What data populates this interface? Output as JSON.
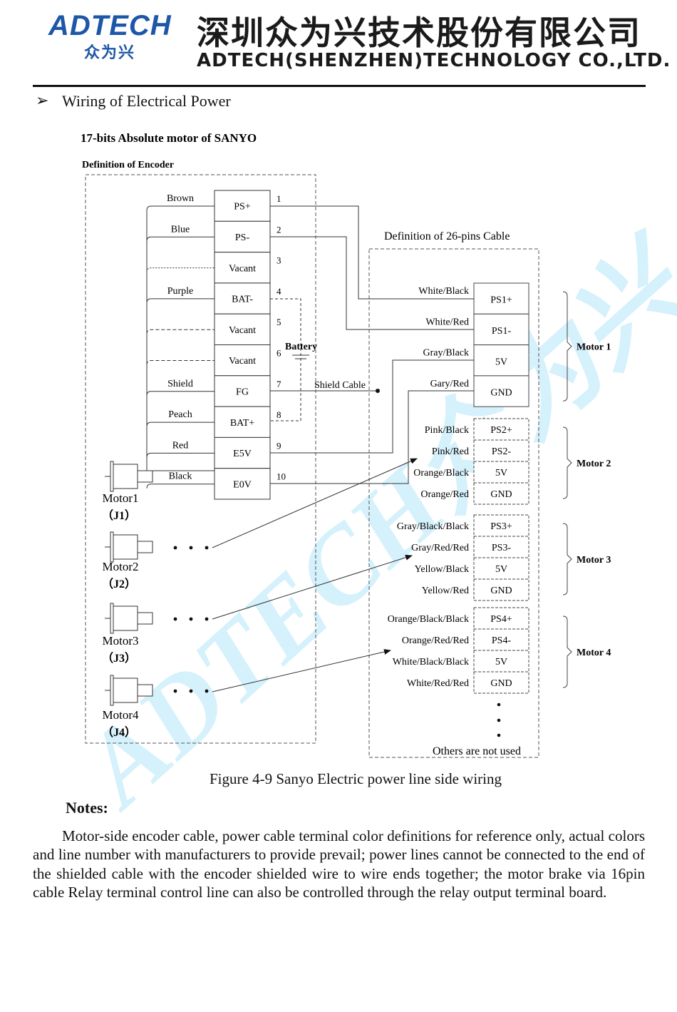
{
  "header": {
    "logo_text": "ADTECH",
    "logo_cn": "众为兴",
    "company_cn": "深圳众为兴技术股份有限公司",
    "company_en": "ADTECH(SHENZHEN)TECHNOLOGY CO.,LTD."
  },
  "section": {
    "bullet": "➢",
    "title": "Wiring of Electrical Power"
  },
  "diagram": {
    "title": "17-bits Absolute motor of SANYO",
    "encoder_heading": "Definition of Encoder",
    "cable_heading": "Definition of 26-pins Cable",
    "encoder_pins": [
      {
        "wire": "Brown",
        "signal": "PS+",
        "pin": "1"
      },
      {
        "wire": "Blue",
        "signal": "PS-",
        "pin": "2"
      },
      {
        "wire": "",
        "signal": "Vacant",
        "pin": "3"
      },
      {
        "wire": "Purple",
        "signal": "BAT-",
        "pin": "4"
      },
      {
        "wire": "",
        "signal": "Vacant",
        "pin": "5"
      },
      {
        "wire": "",
        "signal": "Vacant",
        "pin": "6"
      },
      {
        "wire": "Shield",
        "signal": "FG",
        "pin": "7"
      },
      {
        "wire": "Peach",
        "signal": "BAT+",
        "pin": "8"
      },
      {
        "wire": "Red",
        "signal": "E5V",
        "pin": "9"
      },
      {
        "wire": "Black",
        "signal": "E0V",
        "pin": "10"
      }
    ],
    "battery_label": "Battery",
    "shield_cable_label": "Shield Cable",
    "motors": [
      {
        "name": "Motor1",
        "connector": "（J1）"
      },
      {
        "name": "Motor2",
        "connector": "（J2）"
      },
      {
        "name": "Motor3",
        "connector": "（J3）"
      },
      {
        "name": "Motor4",
        "connector": "（J4）"
      }
    ],
    "cable_groups": [
      {
        "label": "Motor 1",
        "rows": [
          {
            "wire": "White/Black",
            "signal": "PS1+"
          },
          {
            "wire": "White/Red",
            "signal": "PS1-"
          },
          {
            "wire": "Gray/Black",
            "signal": "5V"
          },
          {
            "wire": "Gary/Red",
            "signal": "GND"
          }
        ]
      },
      {
        "label": "Motor 2",
        "rows": [
          {
            "wire": "Pink/Black",
            "signal": "PS2+"
          },
          {
            "wire": "Pink/Red",
            "signal": "PS2-"
          },
          {
            "wire": "Orange/Black",
            "signal": "5V"
          },
          {
            "wire": "Orange/Red",
            "signal": "GND"
          }
        ]
      },
      {
        "label": "Motor 3",
        "rows": [
          {
            "wire": "Gray/Black/Black",
            "signal": "PS3+"
          },
          {
            "wire": "Gray/Red/Red",
            "signal": "PS3-"
          },
          {
            "wire": "Yellow/Black",
            "signal": "5V"
          },
          {
            "wire": "Yellow/Red",
            "signal": "GND"
          }
        ]
      },
      {
        "label": "Motor 4",
        "rows": [
          {
            "wire": "Orange/Black/Black",
            "signal": "PS4+"
          },
          {
            "wire": "Orange/Red/Red",
            "signal": "PS4-"
          },
          {
            "wire": "White/Black/Black",
            "signal": "5V"
          },
          {
            "wire": "White/Red/Red",
            "signal": "GND"
          }
        ]
      }
    ],
    "others_label": "Others are not used",
    "watermark_text": "ADTECH众为兴",
    "colors": {
      "watermark": "#c7ecfb",
      "logo": "#1d57a8"
    }
  },
  "figure_caption": "Figure 4-9 Sanyo Electric power line side wiring",
  "notes": {
    "heading": "Notes:",
    "body": "Motor-side encoder cable, power cable terminal color definitions for reference only, actual colors and line number with manufacturers to provide prevail; power lines cannot be connected to the end of the shielded cable with the encoder shielded wire to wire ends together; the motor brake via 16pin cable Relay terminal control line can also be controlled through the relay output terminal board."
  }
}
